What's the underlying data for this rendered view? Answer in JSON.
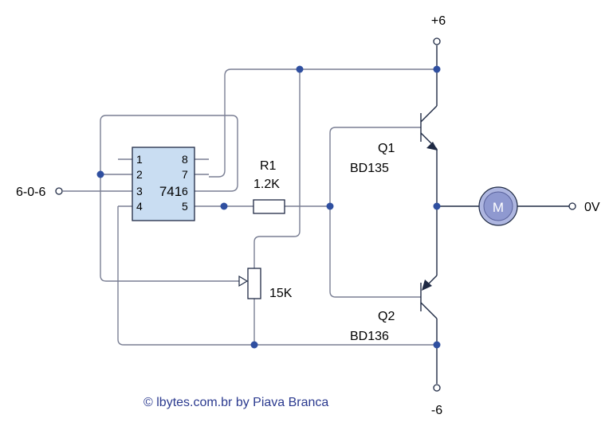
{
  "supply": {
    "positive": "+6",
    "negative": "-6",
    "ground": "0V"
  },
  "input_label": "6-0-6",
  "ic": {
    "name": "741",
    "pins_left": [
      "1",
      "2",
      "3",
      "4"
    ],
    "pins_right": [
      "8",
      "7",
      "6",
      "5"
    ]
  },
  "resistor": {
    "name": "R1",
    "value": "1.2K"
  },
  "potentiometer": {
    "value": "15K"
  },
  "q1": {
    "name": "Q1",
    "part": "BD135"
  },
  "q2": {
    "name": "Q2",
    "part": "BD136"
  },
  "motor": {
    "symbol": "M"
  },
  "footer": "© lbytes.com.br by Piava Branca",
  "colors": {
    "wire": "#7a7f94",
    "junction": "#2f4fa0",
    "component": "#1f2a44",
    "ic_fill": "#c9ddf2",
    "motor_fill": "#aeb6e0",
    "footer": "#2b3a8f"
  }
}
